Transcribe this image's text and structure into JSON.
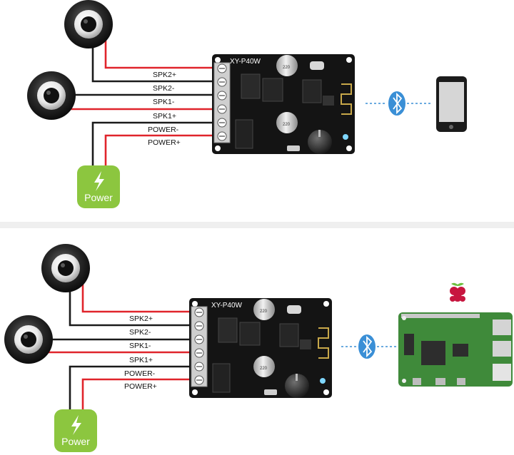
{
  "colors": {
    "wire_red": "#e0242b",
    "wire_black": "#1a1a1a",
    "board": "#141414",
    "power_green": "#8cc63f",
    "bluetooth": "#3a8fd6",
    "divider": "#eeeeee",
    "pi_green": "#3f8a3a"
  },
  "panels": [
    {
      "board_title": "XY-P40W",
      "wire_labels": [
        "SPK2+",
        "SPK2-",
        "SPK1-",
        "SPK1+",
        "POWER-",
        "POWER+"
      ],
      "power_label": "Power",
      "cap_text": "220",
      "link_icon": "bluetooth-icon",
      "target_icon": "smartphone-icon"
    },
    {
      "board_title": "XY-P40W",
      "wire_labels": [
        "SPK2+",
        "SPK2-",
        "SPK1-",
        "SPK1+",
        "POWER-",
        "POWER+"
      ],
      "power_label": "Power",
      "cap_text": "220",
      "link_icon": "bluetooth-icon",
      "target_icon": "raspberry-pi-icon"
    }
  ]
}
